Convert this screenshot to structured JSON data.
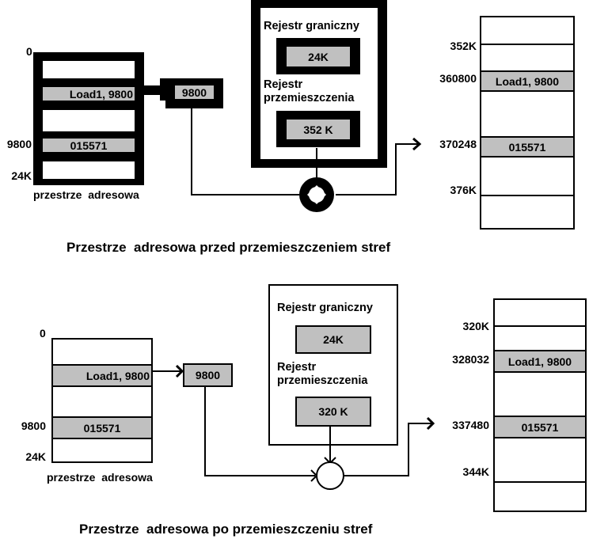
{
  "colors": {
    "cell_fill": "#c0c0c0",
    "line": "#000000",
    "background": "#ffffff"
  },
  "top": {
    "logical_space": {
      "addr_labels": [
        "0",
        "9800",
        "24K"
      ],
      "cells": [
        "",
        "Load1, 9800",
        "",
        "015571",
        ""
      ],
      "label": "przestrze  adresowa"
    },
    "address_register": "9800",
    "mmu": {
      "limit_label": "Rejestr graniczny",
      "limit_value": "24K",
      "reloc_label_1": "Rejestr",
      "reloc_label_2": "przemieszczenia",
      "reloc_value": "352 K"
    },
    "physical_memory": {
      "addr_labels": [
        "352K",
        "360800",
        "370248",
        "376K"
      ],
      "cells": [
        "",
        "",
        "Load1, 9800",
        "",
        "015571",
        "",
        ""
      ]
    },
    "caption": "Przestrze  adresowa przed przemieszczeniem stref"
  },
  "bottom": {
    "logical_space": {
      "addr_labels": [
        "0",
        "9800",
        "24K"
      ],
      "cells": [
        "",
        "Load1, 9800",
        "",
        "015571",
        ""
      ],
      "label": "przestrze  adresowa"
    },
    "address_register": "9800",
    "mmu": {
      "limit_label": "Rejestr graniczny",
      "limit_value": "24K",
      "reloc_label_1": "Rejestr",
      "reloc_label_2": "przemieszczenia",
      "reloc_value": "320 K"
    },
    "physical_memory": {
      "addr_labels": [
        "320K",
        "328032",
        "337480",
        "344K"
      ],
      "cells": [
        "",
        "",
        "Load1, 9800",
        "",
        "015571",
        "",
        ""
      ]
    },
    "caption": "Przestrze  adresowa po przemieszczeniu stref"
  }
}
